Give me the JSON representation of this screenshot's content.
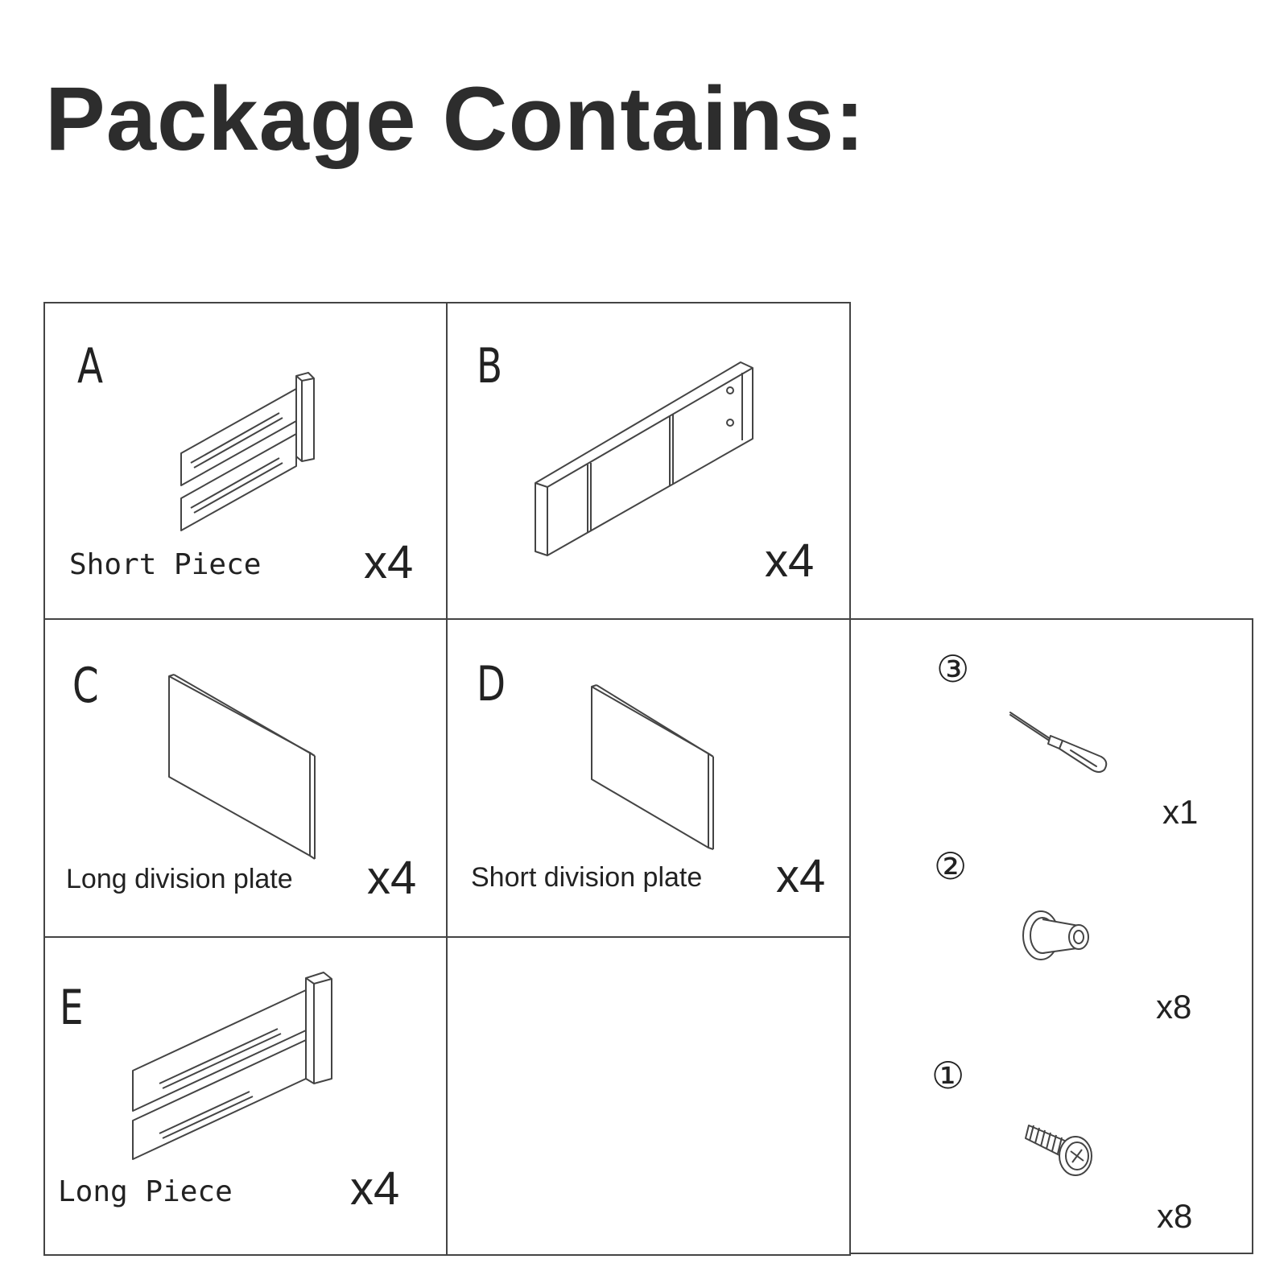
{
  "title": "Package Contains:",
  "parts": {
    "a": {
      "letter": "A",
      "name": "Short Piece",
      "qty": "x4"
    },
    "b": {
      "letter": "B",
      "name": "",
      "qty": "x4"
    },
    "c": {
      "letter": "C",
      "name": "Long division plate",
      "qty": "x4"
    },
    "d": {
      "letter": "D",
      "name": "Short division plate",
      "qty": "x4"
    },
    "e": {
      "letter": "E",
      "name": "Long Piece",
      "qty": "x4"
    }
  },
  "hardware": {
    "screwdriver": {
      "number": "③",
      "qty": "x1",
      "icon": "screwdriver-icon"
    },
    "barrel_nut": {
      "number": "②",
      "qty": "x8",
      "icon": "barrel-nut-icon"
    },
    "screw": {
      "number": "①",
      "qty": "x8",
      "icon": "screw-icon"
    }
  },
  "colors": {
    "line": "#444444",
    "text": "#222222",
    "title": "#2d2d2d"
  }
}
